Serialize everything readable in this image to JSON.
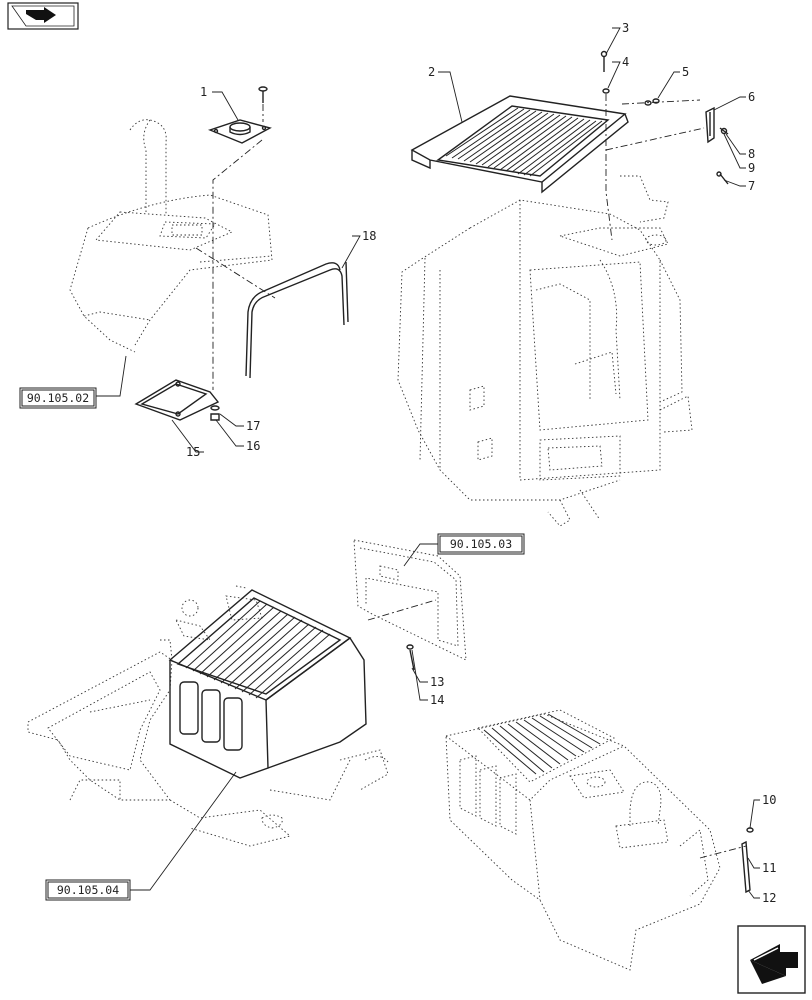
{
  "callouts": [
    "1",
    "2",
    "3",
    "4",
    "5",
    "6",
    "7",
    "8",
    "9",
    "10",
    "11",
    "12",
    "13",
    "14",
    "15",
    "16",
    "17",
    "18"
  ],
  "references": {
    "ref_a": "90.105.02",
    "ref_b": "90.105.03",
    "ref_c": "90.105.04"
  },
  "icons": {
    "top_left": "nav-arrow-icon",
    "bottom_right": "next-page-arrow-icon"
  }
}
